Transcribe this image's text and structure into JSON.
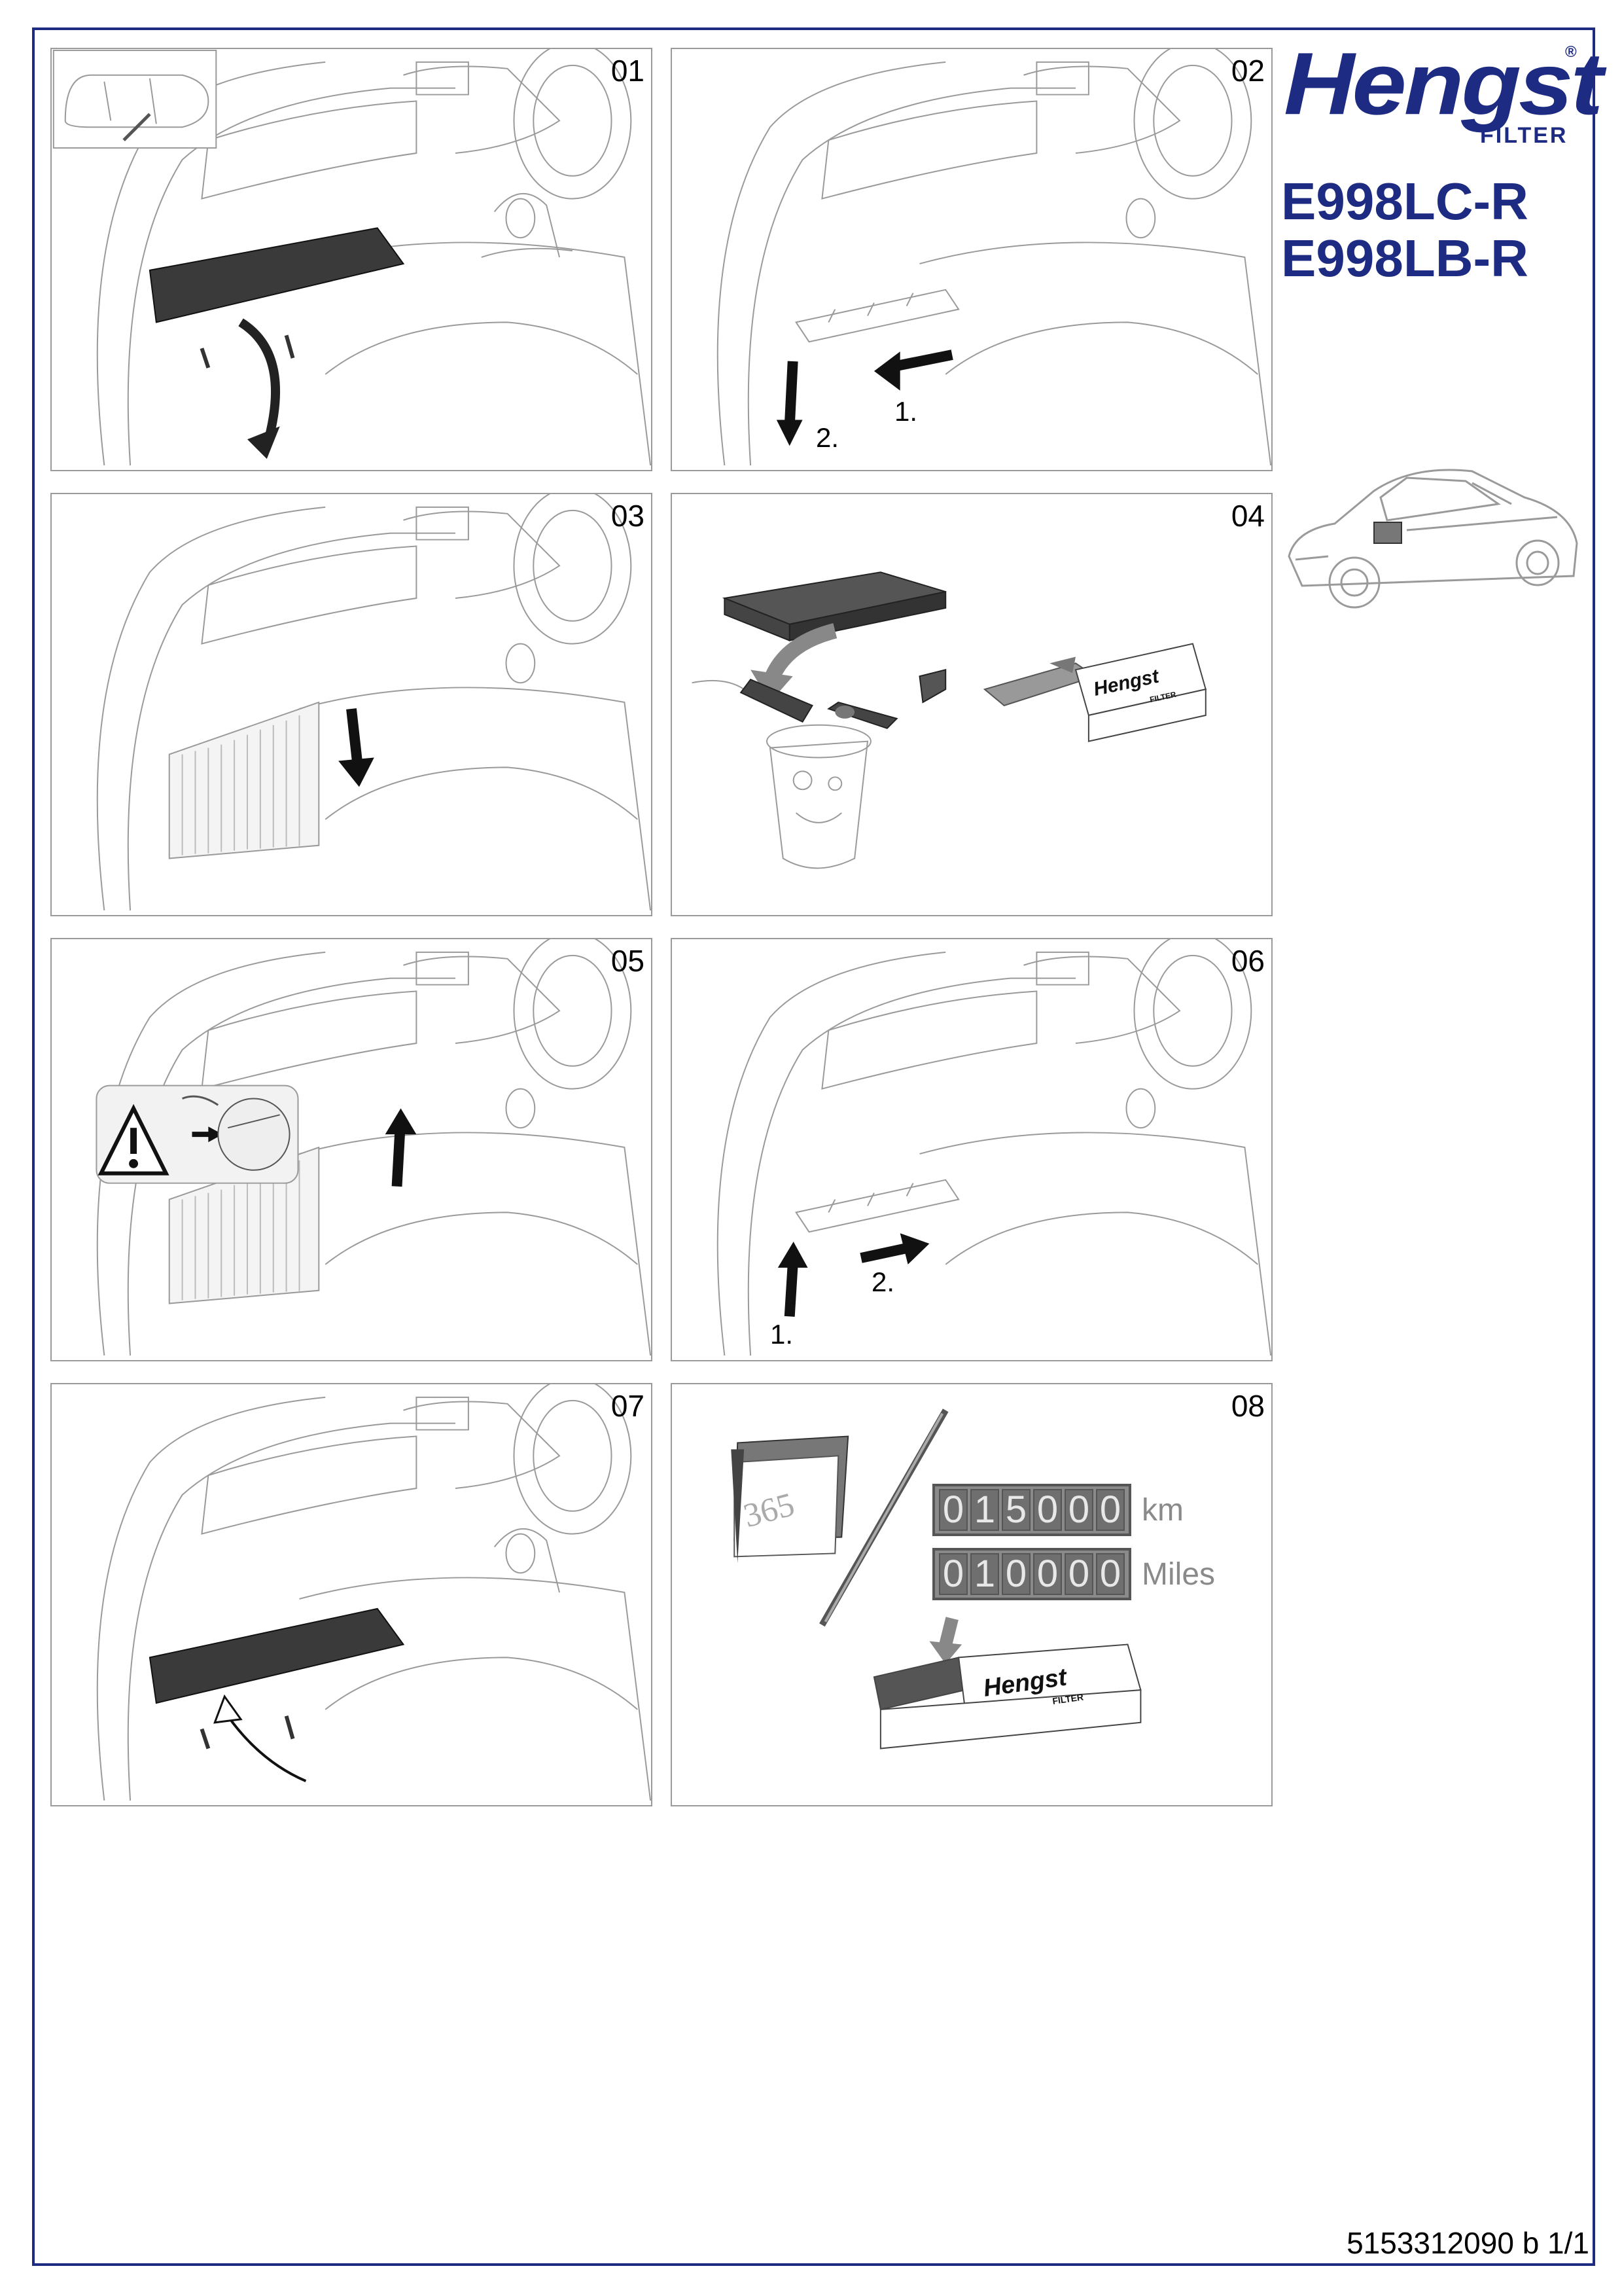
{
  "brand": {
    "name": "Hengst",
    "sub": "FILTER",
    "reg": "®",
    "color": "#1e2b82"
  },
  "part_numbers": [
    "E998LC-R",
    "E998LB-R"
  ],
  "steps": [
    {
      "num": "01"
    },
    {
      "num": "02",
      "labels": [
        "1.",
        "2."
      ]
    },
    {
      "num": "03"
    },
    {
      "num": "04"
    },
    {
      "num": "05"
    },
    {
      "num": "06",
      "labels": [
        "1.",
        "2."
      ]
    },
    {
      "num": "07"
    },
    {
      "num": "08"
    }
  ],
  "interval": {
    "days": "365",
    "km_digits": [
      "0",
      "1",
      "5",
      "0",
      "0",
      "0"
    ],
    "km_unit": "km",
    "miles_digits": [
      "0",
      "1",
      "0",
      "0",
      "0",
      "0"
    ],
    "miles_unit": "Miles"
  },
  "doc_number": "5153312090 b 1/1",
  "colors": {
    "line": "#9a9a9a",
    "dark_part": "#333333"
  }
}
